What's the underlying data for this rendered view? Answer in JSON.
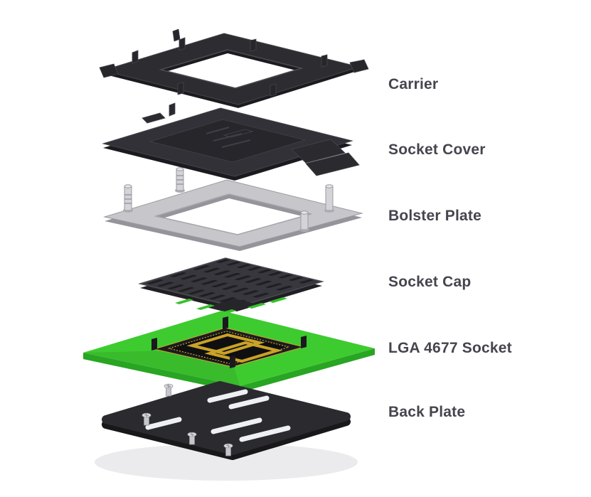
{
  "parts": [
    {
      "name": "carrier",
      "label": "Carrier"
    },
    {
      "name": "socket-cover",
      "label": "Socket Cover"
    },
    {
      "name": "bolster-plate",
      "label": "Bolster Plate"
    },
    {
      "name": "socket-cap",
      "label": "Socket Cap"
    },
    {
      "name": "lga-4677-socket",
      "label": "LGA 4677 Socket"
    },
    {
      "name": "back-plate",
      "label": "Back Plate"
    }
  ],
  "colors": {
    "board_green": "#3ecb30",
    "board_green_side": "#28a522",
    "dark_part": "#2b2b30",
    "metal_silver": "#c6c6cb",
    "gold_accent": "#c9a227",
    "label_text": "#45454e",
    "background": "#ffffff",
    "shadow": "#ebebed"
  }
}
